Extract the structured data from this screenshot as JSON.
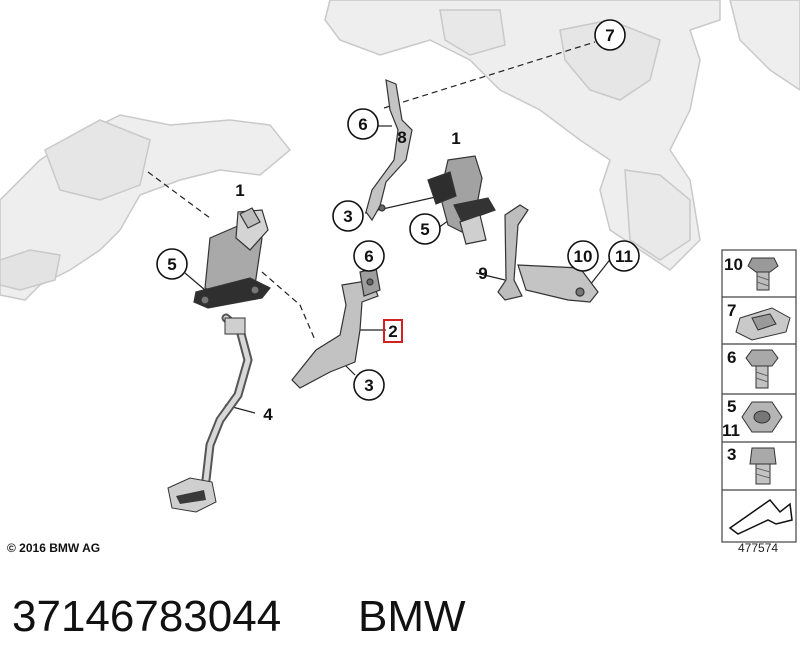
{
  "diagram": {
    "copyright": "© 2016 BMW AG",
    "drawing_number": "477574",
    "part_number": "37146783044",
    "brand": "BMW",
    "highlight_color": "#d22222",
    "callouts": [
      {
        "id": "c1-left",
        "label": "1"
      },
      {
        "id": "c1-right",
        "label": "1"
      },
      {
        "id": "c2",
        "label": "2",
        "highlighted": true
      },
      {
        "id": "c3-upper",
        "label": "3"
      },
      {
        "id": "c3-lower",
        "label": "3"
      },
      {
        "id": "c4",
        "label": "4"
      },
      {
        "id": "c5-left",
        "label": "5"
      },
      {
        "id": "c5-right",
        "label": "5"
      },
      {
        "id": "c6-upper",
        "label": "6"
      },
      {
        "id": "c6-lower",
        "label": "6"
      },
      {
        "id": "c7",
        "label": "7"
      },
      {
        "id": "c8",
        "label": "8"
      },
      {
        "id": "c9",
        "label": "9"
      },
      {
        "id": "c10",
        "label": "10"
      },
      {
        "id": "c11",
        "label": "11"
      }
    ],
    "legend": [
      {
        "labels": [
          "10"
        ],
        "icon": "flange-bolt-icon"
      },
      {
        "labels": [
          "7"
        ],
        "icon": "clip-nut-icon"
      },
      {
        "labels": [
          "6"
        ],
        "icon": "hex-bolt-icon"
      },
      {
        "labels": [
          "5",
          "11"
        ],
        "icon": "hex-nut-icon"
      },
      {
        "labels": [
          "3"
        ],
        "icon": "socket-screw-icon"
      },
      {
        "labels": [],
        "icon": "arrow-icon"
      }
    ]
  }
}
